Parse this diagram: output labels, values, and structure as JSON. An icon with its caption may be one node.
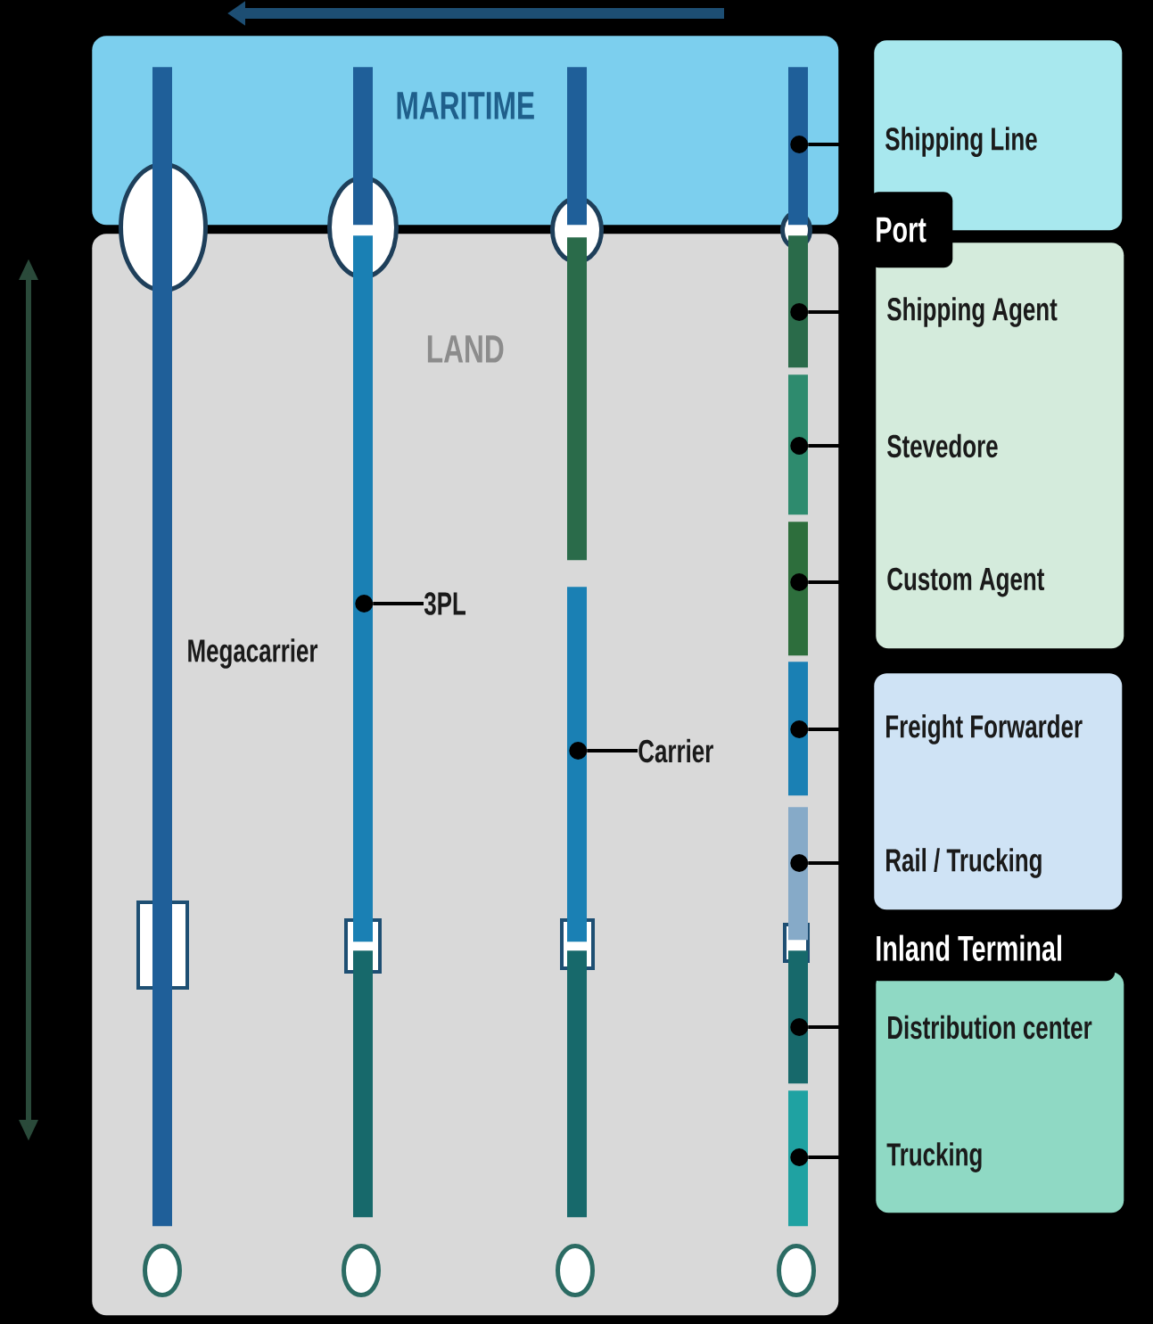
{
  "diagram": {
    "nodes": [
      {
        "text": [
          "MARITIME"
        ]
      },
      {
        "text": [
          "LAND"
        ]
      },
      {
        "text": [
          "3PL"
        ],
        "in": 1
      },
      {
        "text": [
          "Carrier"
        ],
        "in": 1
      },
      {
        "text": [
          "Shipping Line"
        ]
      },
      {
        "text": [
          "Port"
        ]
      },
      {
        "text": [],
        "shape": "box"
      },
      {
        "text": [
          "Shipping Agent"
        ],
        "in": 6
      },
      {
        "text": [
          "Stevedore"
        ],
        "in": 6
      },
      {
        "text": [
          "Custom Agent"
        ],
        "in": 6
      },
      {
        "text": [],
        "shape": "box"
      },
      {
        "text": [
          "Freight Forwarder"
        ],
        "in": 10
      },
      {
        "text": [
          "Rail / Trucking"
        ],
        "in": 10
      },
      {
        "text": [
          "Inland Terminal"
        ]
      },
      {
        "text": [],
        "shape": "box"
      },
      {
        "text": [
          "Distribution center"
        ],
        "in": 14
      },
      {
        "text": [
          "Trucking"
        ],
        "in": 14
      },
      {
        "text": [],
        "shape": "bar",
        "in": 1
      },
      {
        "text": [],
        "shape": "bar",
        "in": 1
      },
      {
        "text": [],
        "shape": "bar",
        "in": 0
      },
      {
        "text": [],
        "shape": "bar",
        "in": 1
      },
      {
        "text": [],
        "shape": "bar",
        "in": 1
      },
      {
        "text": [],
        "shape": "bar",
        "in": 1
      },
      {
        "text": [],
        "shape": "bar",
        "in": 1
      },
      {
        "text": [],
        "shape": "bar",
        "in": 1
      },
      {
        "text": [],
        "shape": "bar",
        "in": 1
      },
      {
        "text": [],
        "shape": "bar",
        "in": 1
      },
      {
        "text": [],
        "shape": "bar"
      },
      {
        "text": [],
        "shape": "bar",
        "in": 0
      },
      {
        "text": [],
        "shape": "bar",
        "in": 1
      },
      {
        "text": [],
        "shape": "bar",
        "in": 0
      },
      {
        "text": [],
        "shape": "bar",
        "in": 1
      },
      {
        "text": [],
        "shape": "bar",
        "in": 1
      },
      {
        "text": [],
        "shape": "circle"
      },
      {
        "text": [],
        "shape": "circle"
      },
      {
        "text": [],
        "shape": "circle"
      },
      {
        "text": [],
        "shape": "circle"
      },
      {
        "text": [],
        "shape": "box",
        "in": 1
      },
      {
        "text": [],
        "shape": "box",
        "in": 1
      },
      {
        "text": [],
        "shape": "box",
        "in": 1
      },
      {
        "text": [],
        "shape": "box",
        "in": 1
      },
      {
        "text": [],
        "shape": "circle",
        "in": 1
      },
      {
        "text": [],
        "shape": "circle",
        "in": 1
      },
      {
        "text": [],
        "shape": "circle",
        "in": 1
      },
      {
        "text": [],
        "shape": "circle",
        "in": 1
      }
    ],
    "edges": [
      {
        "from": 2,
        "to": 17,
        "arrow": "other"
      },
      {
        "from": 3,
        "to": 21,
        "arrow": "other"
      },
      {
        "from": 4,
        "to": 30,
        "arrow": "other"
      },
      {
        "from": 7,
        "to": 23,
        "arrow": "other"
      },
      {
        "from": 8,
        "to": 24,
        "arrow": "other"
      },
      {
        "from": 9,
        "to": 25,
        "arrow": "other"
      },
      {
        "from": 11,
        "to": 26,
        "arrow": "other"
      },
      {
        "from": 12,
        "to": 29,
        "arrow": "other"
      },
      {
        "from": 15,
        "to": 31,
        "arrow": "other"
      },
      {
        "from": 16,
        "to": 32,
        "arrow": "other"
      }
    ],
    "labels": [
      "Megacarrier"
    ]
  }
}
